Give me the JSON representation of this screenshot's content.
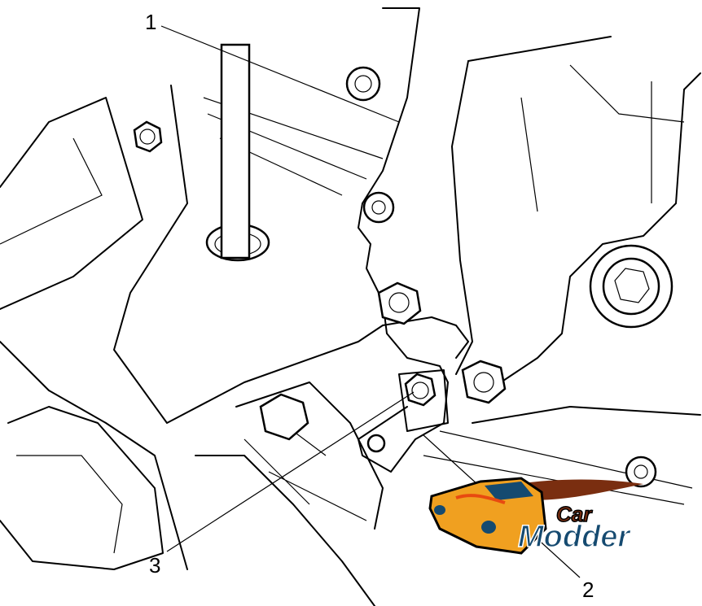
{
  "callouts": [
    {
      "number": "1"
    },
    {
      "number": "2"
    },
    {
      "number": "3"
    }
  ],
  "logo": {
    "line1": "Car",
    "line2": "Modder"
  },
  "colors": {
    "logo_orange": "#f0a020",
    "logo_blue": "#154a70",
    "logo_brown": "#7a2e10"
  }
}
